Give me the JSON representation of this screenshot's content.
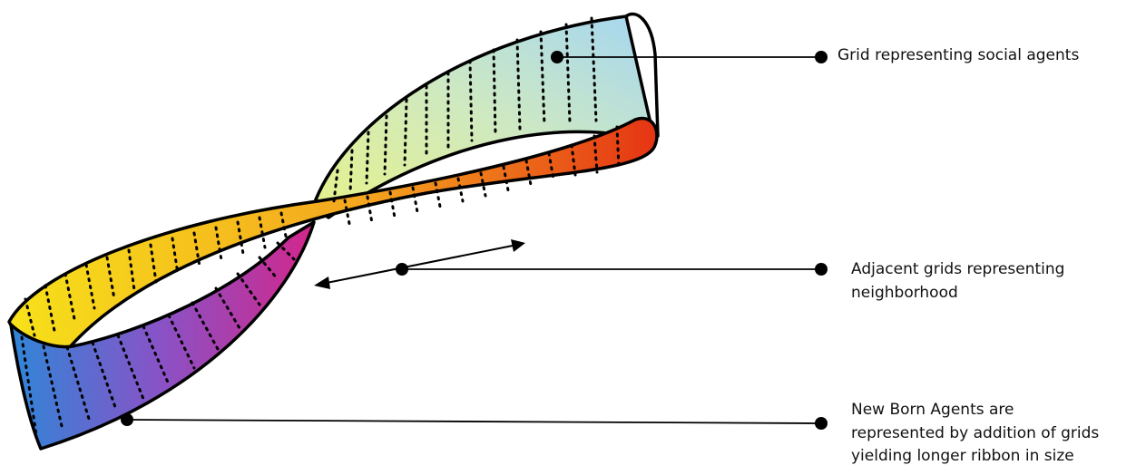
{
  "annotations": {
    "social_agents": "Grid representing social agents",
    "neighborhood": "Adjacent grids representing\nneighborhood",
    "new_born": "New Born Agents are\nrepresented by addition of grids\nyielding longer ribbon in size"
  },
  "colors": {
    "ribbon_left_outer": "#f7e11a",
    "ribbon_mid_outer": "#f3a51f",
    "ribbon_right_outer": "#e53414",
    "ribbon_upper_left": "#dcef9a",
    "ribbon_upper_right": "#a8d8f0",
    "ribbon_lower_left": "#2f86d8",
    "ribbon_lower_mid": "#8a4fc4",
    "ribbon_lower_right": "#d0278a",
    "outline": "#000000",
    "grid_dots": "#000000"
  }
}
